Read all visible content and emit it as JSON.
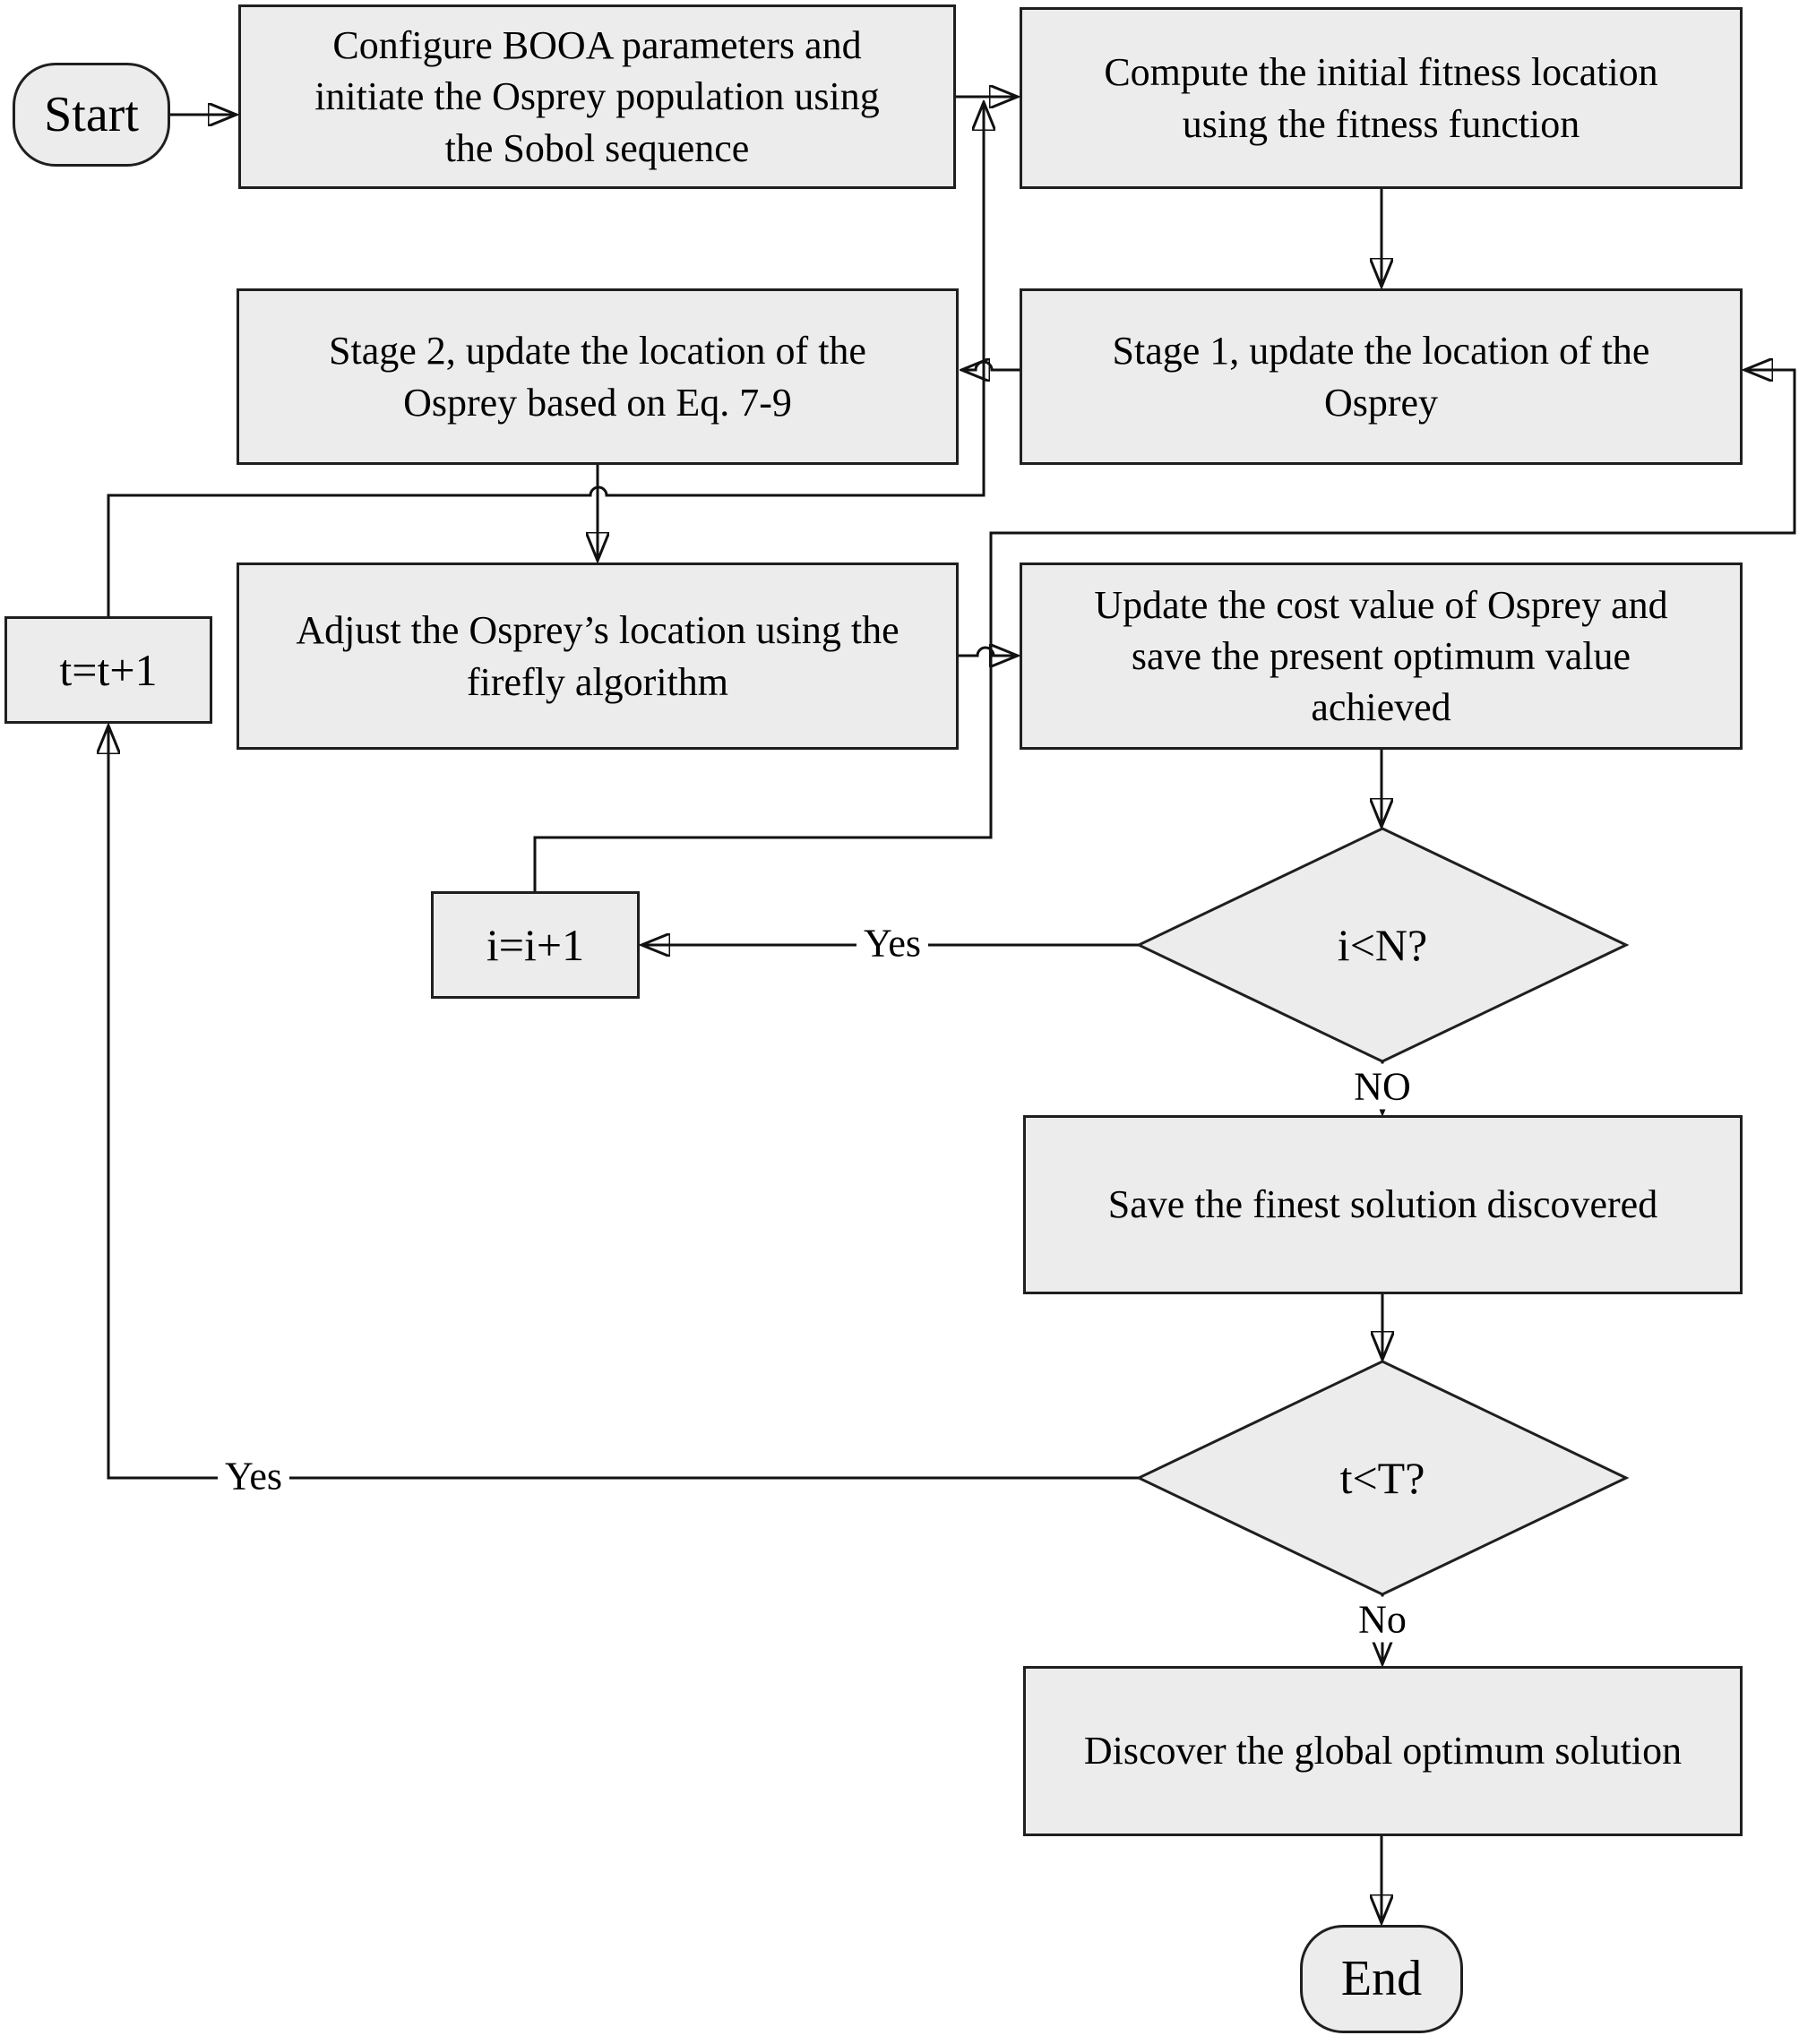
{
  "nodes": {
    "start": "Start",
    "configure": "Configure BOOA parameters and\ninitiate the Osprey population using\nthe Sobol sequence",
    "compute": "Compute the initial fitness location\nusing the fitness function",
    "stage1": "Stage 1, update the location of the\nOsprey",
    "stage2": "Stage 2, update the location of the\nOsprey based on Eq. 7-9",
    "adjust": "Adjust the Osprey’s location using the\nfirefly algorithm",
    "update_cost": "Update the cost value of Osprey and\nsave the present optimum value\nachieved",
    "t_inc": "t=t+1",
    "i_inc": "i=i+1",
    "cond_i": "i<N?",
    "save": "Save the finest solution discovered",
    "cond_t": "t<T?",
    "discover": "Discover the global optimum solution",
    "end": "End"
  },
  "labels": {
    "yes_i": "Yes",
    "no_i": "NO",
    "yes_t": "Yes",
    "no_t": "No"
  },
  "colors": {
    "node_fill": "#ececec",
    "node_border": "#1f1f1f",
    "line": "#111111",
    "text": "#000000",
    "background": "#ffffff"
  }
}
